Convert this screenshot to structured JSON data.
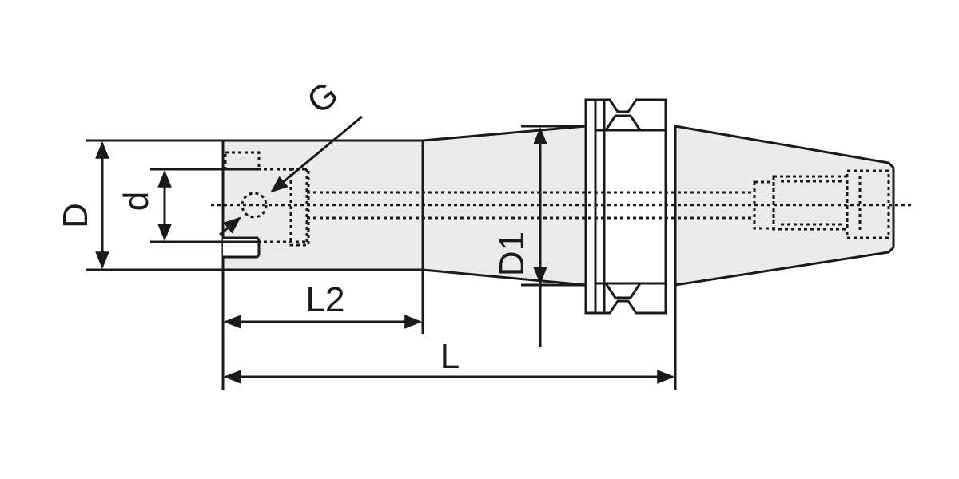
{
  "labels": {
    "D": "D",
    "d": "d",
    "G": "G",
    "D1": "D1",
    "L2": "L2",
    "L": "L"
  },
  "colors": {
    "line": "#1a1a1a",
    "body_fill": "#ebebeb",
    "background": "#ffffff"
  }
}
